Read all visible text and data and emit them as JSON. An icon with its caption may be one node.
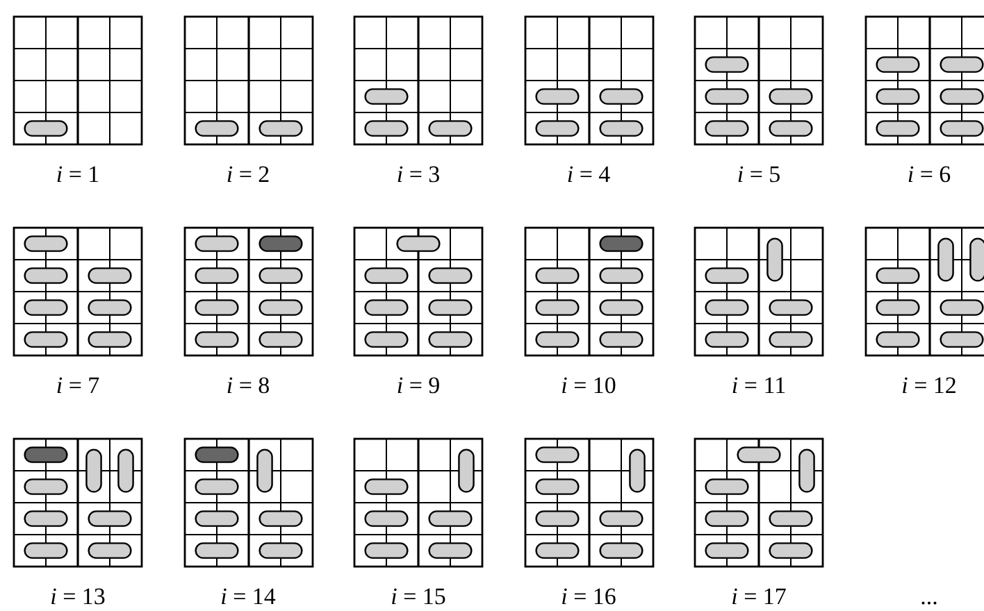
{
  "diagram": {
    "labels": [
      "*i* = 1",
      "*i* = 2",
      "*i* = 3",
      "*i* = 4",
      "*i* = 5",
      "*i* = 6",
      "*i* = 7",
      "*i* = 8",
      "*i* = 9",
      "*i* = 10",
      "*i* = 11",
      "*i* = 12",
      "*i* = 13",
      "*i* = 14",
      "*i* = 15",
      "*i* = 16",
      "*i* = 17",
      "..."
    ]
  }
}
